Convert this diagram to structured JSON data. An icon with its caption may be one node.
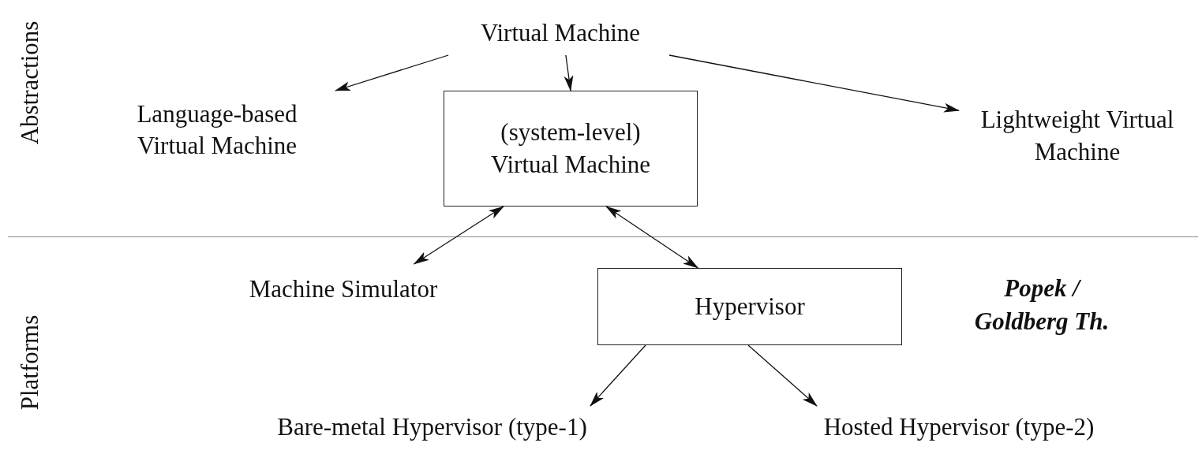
{
  "diagram": {
    "nodes": [
      {
        "text": [
          "Virtual Machine"
        ]
      },
      {
        "text": [
          "Language-based Virtual Machine"
        ]
      },
      {
        "text": [
          "(system-level) Virtual Machine"
        ]
      },
      {
        "text": [
          "Lightweight Virtual Machine"
        ]
      },
      {
        "text": [
          "Machine Simulator"
        ]
      },
      {
        "text": [
          "Hypervisor"
        ]
      },
      {
        "text": [
          "Bare-metal Hypervisor (type-1)"
        ]
      },
      {
        "text": [
          "Hosted Hypervisor (type-2)"
        ]
      }
    ],
    "edges": [
      {
        "from": 0,
        "to": 1,
        "arrow": "to"
      },
      {
        "from": 0,
        "to": 2,
        "arrow": "to"
      },
      {
        "from": 0,
        "to": 3,
        "arrow": "to"
      },
      {
        "from": 2,
        "to": 4,
        "arrow": "both"
      },
      {
        "from": 2,
        "to": 5,
        "arrow": "both"
      },
      {
        "from": 5,
        "to": 6,
        "arrow": "to"
      },
      {
        "from": 5,
        "to": 7,
        "arrow": "to"
      }
    ],
    "labels": [
      "Abstractions",
      "Platforms",
      "Popek / Goldberg Th."
    ]
  }
}
